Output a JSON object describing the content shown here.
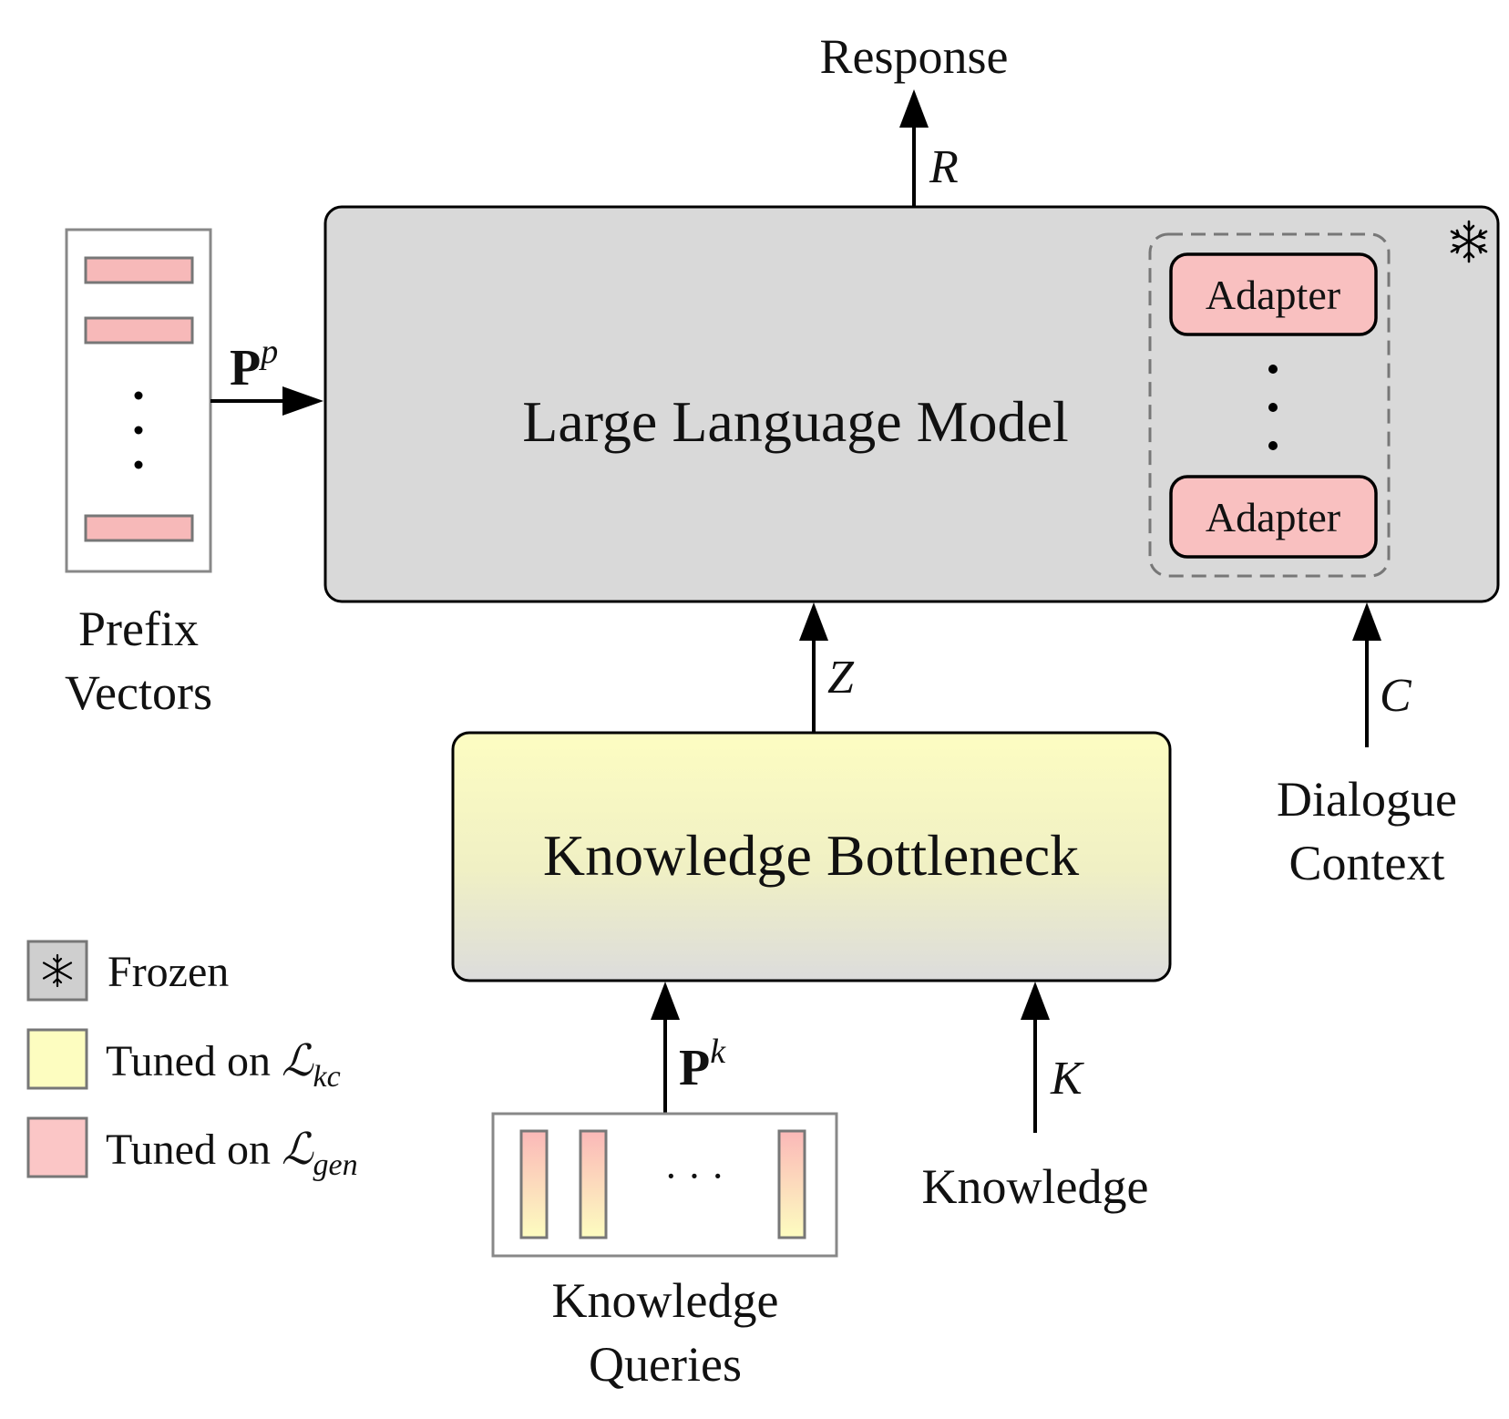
{
  "llm": {
    "title": "Large Language Model",
    "frozen_icon": "snowflake-icon",
    "adapters": [
      "Adapter",
      "Adapter"
    ]
  },
  "bottleneck": {
    "title": "Knowledge Bottleneck"
  },
  "prefix_vectors": {
    "line1": "Prefix",
    "line2": "Vectors"
  },
  "knowledge_queries": {
    "line1": "Knowledge",
    "line2": "Queries",
    "dots": "· · ·"
  },
  "dialogue_context": {
    "line1": "Dialogue",
    "line2": "Context"
  },
  "knowledge": {
    "label": "Knowledge"
  },
  "response": {
    "label": "Response"
  },
  "symbols": {
    "R": "R",
    "Z": "Z",
    "C": "C",
    "K": "K",
    "P": "P",
    "p_sup": "p",
    "k_sup": "k"
  },
  "legend": {
    "frozen": "Frozen",
    "tuned_prefix": "Tuned on ",
    "loss_symbol": "ℒ",
    "kc_sub": "kc",
    "gen_sub": "gen"
  },
  "colors": {
    "llm_fill": "#d9d9d9",
    "adapter_fill": "#f9c0c0",
    "bottleneck_top": "#fcfcc0",
    "bottleneck_bottom": "#dedede",
    "frozen_fill": "#cfcfcf",
    "kc_fill": "#fdfdc0",
    "gen_fill": "#fbc6c6"
  }
}
